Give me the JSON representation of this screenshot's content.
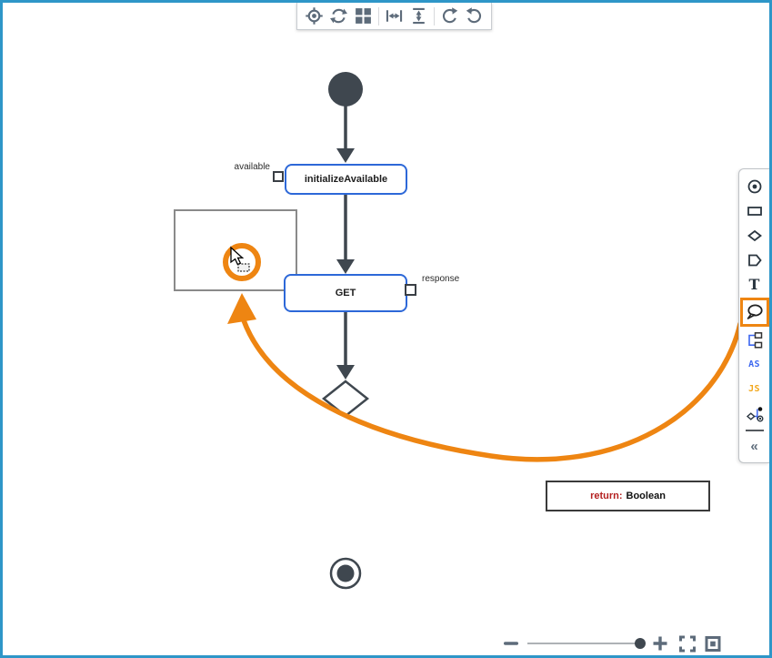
{
  "diagram": {
    "task1_label": "initializeAvailable",
    "task1_port_label": "available",
    "task2_label": "GET",
    "task2_port_label": "response",
    "return_keyword": "return:",
    "return_value": "Boolean"
  },
  "toolbar": {
    "icons": [
      "center-view-icon",
      "sync-icon",
      "grid-icon",
      "fit-width-icon",
      "fit-height-icon",
      "undo-icon",
      "redo-icon"
    ]
  },
  "palette": {
    "icons": [
      "start-node-icon",
      "rectangle-icon",
      "diamond-icon",
      "state-tag-icon",
      "text-icon",
      "comment-bubble-icon",
      "subflow-icon",
      "as-script-icon",
      "js-script-icon",
      "transition-icon",
      "collapse-icon"
    ],
    "active_tool": "comment-bubble",
    "as_label": "AS",
    "js_label": "JS",
    "t_label": "T",
    "collapse_glyph": "«"
  },
  "zoom_controls": {
    "icons": [
      "minus-icon",
      "plus-icon",
      "fullscreen-icon",
      "fit-view-icon"
    ],
    "slider_position_pct": 96
  },
  "colors": {
    "frame_blue": "#2E96C8",
    "node_border_blue": "#2D68D8",
    "flow_dark": "#3F474F",
    "highlight_orange": "#EE8512",
    "return_red": "#B42020",
    "icon_slate": "#5D6B7A"
  }
}
